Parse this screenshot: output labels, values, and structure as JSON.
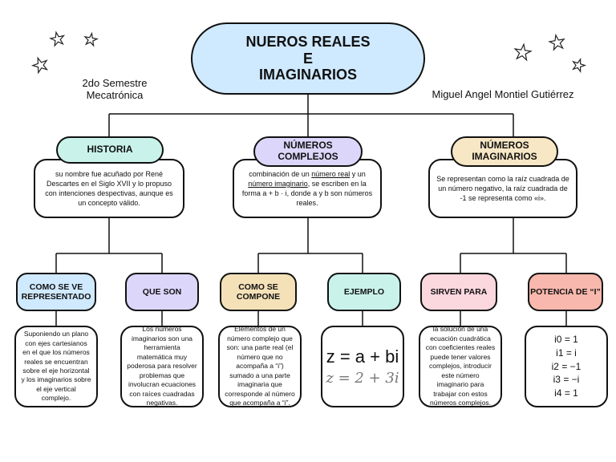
{
  "title": {
    "line1": "NUEROS REALES",
    "line2": "E",
    "line3": "IMAGINARIOS"
  },
  "semester": {
    "line1": "2do Semestre",
    "line2": "Mecatrónica"
  },
  "author": "Miguel Angel Montiel Gutiérrez",
  "historia": {
    "label": "HISTORIA",
    "text": "su nombre fue acuñado por René Descartes en el Siglo XVII y lo propuso con intenciones despectivas, aunque es un concepto válido."
  },
  "complejos": {
    "label": "NÚMEROS COMPLEJOS",
    "text_a": "combinación de un ",
    "text_b": "número real",
    "text_c": " y un ",
    "text_d": "número imaginario",
    "text_e": ", se escriben en la forma a + b · i, donde a y b son números reales."
  },
  "imaginarios": {
    "label": "NÚMEROS IMAGINARIOS",
    "text": "Se representan como la raíz cuadrada de un número negativo, la raíz cuadrada de -1 se representa como «i»."
  },
  "represent": {
    "label": "COMO SE VE REPRESENTADO",
    "text": "Suponiendo un plano con ejes cartesianos en el que los números reales se encuentran sobre el eje horizontal y los imaginarios sobre el eje vertical complejo."
  },
  "queson": {
    "label": "QUE SON",
    "text": "Los números imaginarios son una herramienta matemática muy poderosa para resolver problemas que involucran ecuaciones con raíces cuadradas negativas."
  },
  "compone": {
    "label": "COMO SE COMPONE",
    "text": "Elementos de un número complejo que son: una parte real (el número que no acompaña a “i”) sumado a una parte imaginaria que corresponde al número que acompaña a “i”."
  },
  "ejemplo": {
    "label": "EJEMPLO",
    "eq1": "z = a + bi",
    "eq2": "z = 2 + 3i"
  },
  "sirven": {
    "label": "SIRVEN PARA",
    "text": "la solución de una ecuación cuadrática con coeficientes reales puede tener valores complejos, introducir este número imaginario para trabajar con estos números complejos."
  },
  "potencia": {
    "label": "POTENCIA DE “I”",
    "items": [
      "i0 = 1",
      "i1 = i",
      "i2 = −1",
      "i3 = −i",
      "i4 = 1"
    ]
  },
  "colors": {
    "title": "#cfe9ff",
    "historia": "#c9f3ea",
    "complejos": "#ddd6fb",
    "imaginarios": "#f7e7c5",
    "represent": "#cfe9ff",
    "queson": "#ddd6fb",
    "compone": "#f4e1b8",
    "ejemplo": "#c9f3ea",
    "sirven": "#fbd7de",
    "potencia": "#f8b8ad"
  }
}
